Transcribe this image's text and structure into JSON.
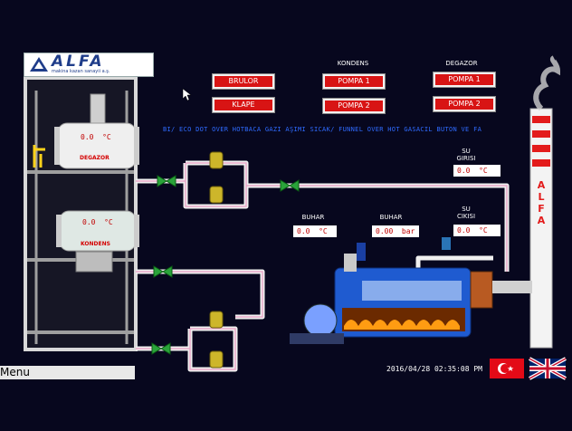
{
  "logo": {
    "brand": "ALFA",
    "tagline": "makina kazan sanayii a.ş."
  },
  "headers": {
    "kondens": "KONDENS",
    "degazor": "DEGAZOR"
  },
  "buttons": {
    "brulor": "BRULOR",
    "klape": "KLAPE",
    "kondens_pompa1": "POMPA 1",
    "kondens_pompa2": "POMPA 2",
    "degazor_pompa1": "POMPA 1",
    "degazor_pompa2": "POMPA 2"
  },
  "ticker": "BI/ ECO DOT OVER HOTBACA GAZI AŞIMI SICAK/ FUNNEL OVER HOT GASACIL BUTON VE FA",
  "tanks": {
    "degazor_temp": "0.0  °C",
    "degazor_label": "DEGAZOR",
    "kondens_temp": "0.0  °C",
    "kondens_label": "KONDENS"
  },
  "readings": {
    "su_girisi_label": "SU\nGIRISI",
    "su_girisi_value": "0.0  °C",
    "buhar_temp_label": "BUHAR",
    "buhar_temp_value": "0.0  °C",
    "buhar_pressure_label": "BUHAR",
    "buhar_pressure_value": "0.00  bar",
    "su_cikisi_label": "SU\nCIKISI",
    "su_cikisi_value": "0.0  °C"
  },
  "chimney": {
    "text": "ALFA"
  },
  "menu": {
    "label": "Menu"
  },
  "timestamp": "2016/04/28 02:35:08 PM",
  "colors": {
    "button_red": "#d81414",
    "ticker_blue": "#2f6bff",
    "background": "#07071e",
    "value_red": "#c00000"
  }
}
